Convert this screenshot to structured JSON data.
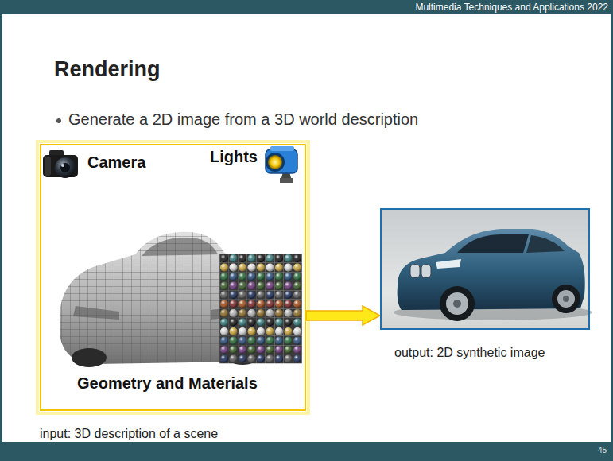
{
  "diagram": {
    "title": "Rendering",
    "nodes": [
      {
        "text": [
          "Camera",
          "Lights",
          "Geometry and Materials",
          "input: 3D description of a scene"
        ]
      },
      {
        "text": [
          "output: 2D synthetic image"
        ]
      }
    ],
    "edges": [
      {
        "from": 0,
        "to": 1,
        "arrow": "to"
      }
    ],
    "labels": [
      "Multimedia Techniques and Applications 2022",
      "Generate a 2D image from a 3D world description",
      "45"
    ]
  }
}
